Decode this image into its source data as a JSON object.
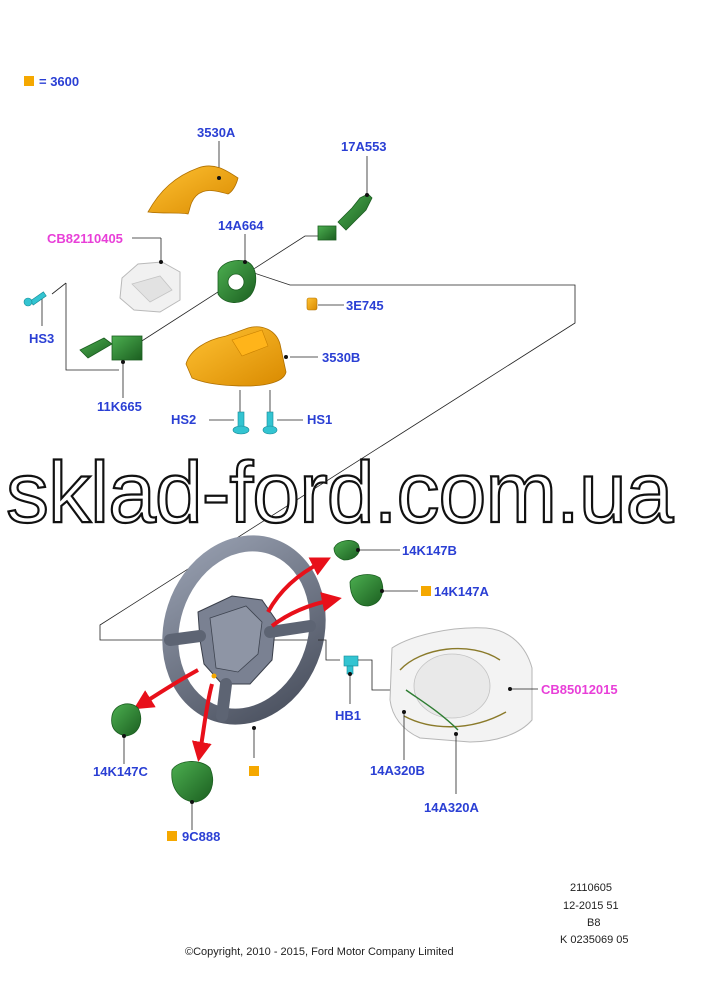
{
  "legend": {
    "marker_color": "#f5a800",
    "text": "= 3600"
  },
  "watermark": "sklad-ford.com.ua",
  "parts": {
    "p3530A": "3530A",
    "p17A553": "17A553",
    "pCB82110405": "CB82110405",
    "p14A664": "14A664",
    "pHS3": "HS3",
    "p3E745": "3E745",
    "p3530B": "3530B",
    "p11K665": "11K665",
    "pHS2": "HS2",
    "pHS1": "HS1",
    "p14K147B": "14K147B",
    "p14K147A": "14K147A",
    "pCB85012015": "CB85012015",
    "pHB1": "HB1",
    "p14K147C": "14K147C",
    "p14A320B": "14A320B",
    "p14A320A": "14A320A",
    "p9C888": "9C888"
  },
  "footer": {
    "line1": "2110605",
    "line2": "12-2015 51",
    "line3": "B8",
    "line4": "K 0235069 05",
    "copyright": "©Copyright, 2010 - 2015, Ford Motor Company Limited"
  },
  "colors": {
    "label_blue": "#2a3fd4",
    "label_pink": "#e83fd8",
    "shroud_orange": "#f0a000",
    "switch_green": "#2e7d32",
    "screw_cyan": "#33c4d1",
    "wheel_gray": "#5d6473",
    "arrow_red": "#e8101a"
  }
}
